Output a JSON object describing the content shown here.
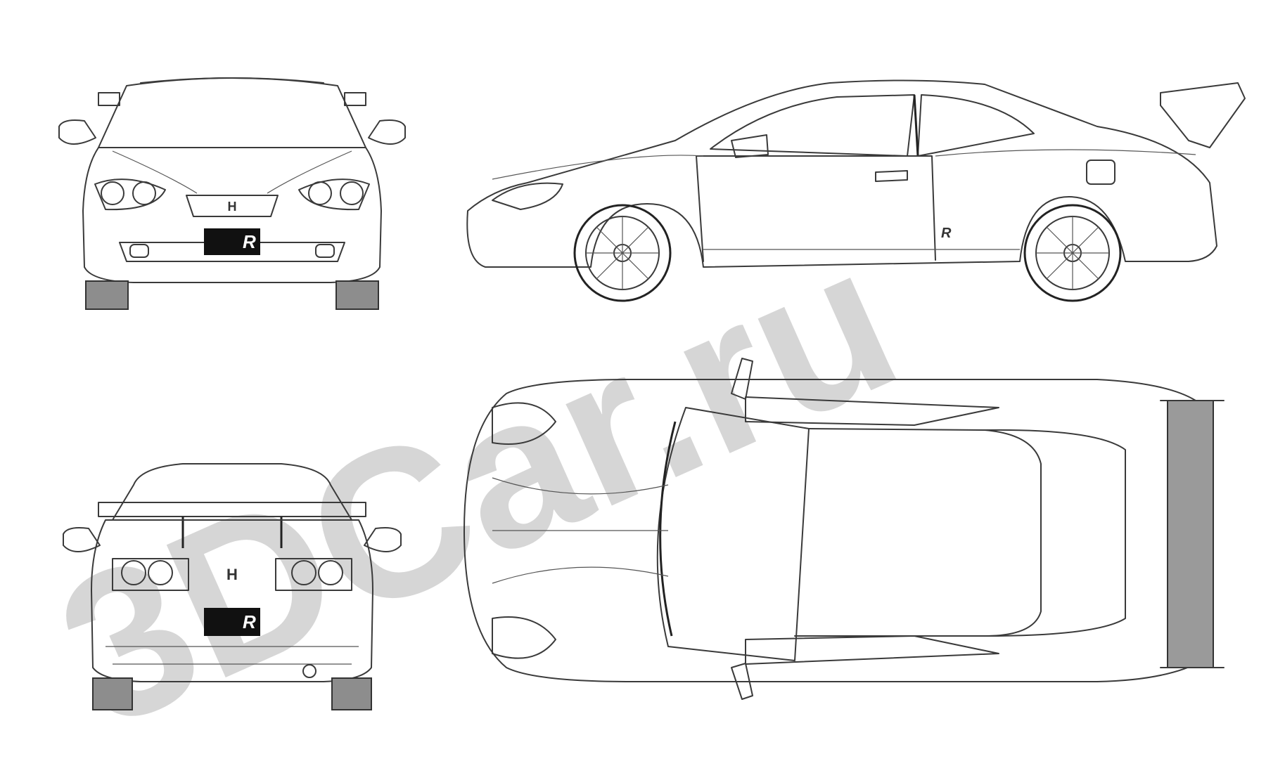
{
  "watermark": {
    "text": "3DCar.ru",
    "color": "#cfcfcf"
  },
  "badges": {
    "front_plate": "R",
    "rear_plate": "R",
    "side_badge": "R"
  },
  "colors": {
    "line": "#3a3a3a",
    "tyre": "#8d8d8d",
    "plate": "#111111",
    "background": "#ffffff"
  }
}
